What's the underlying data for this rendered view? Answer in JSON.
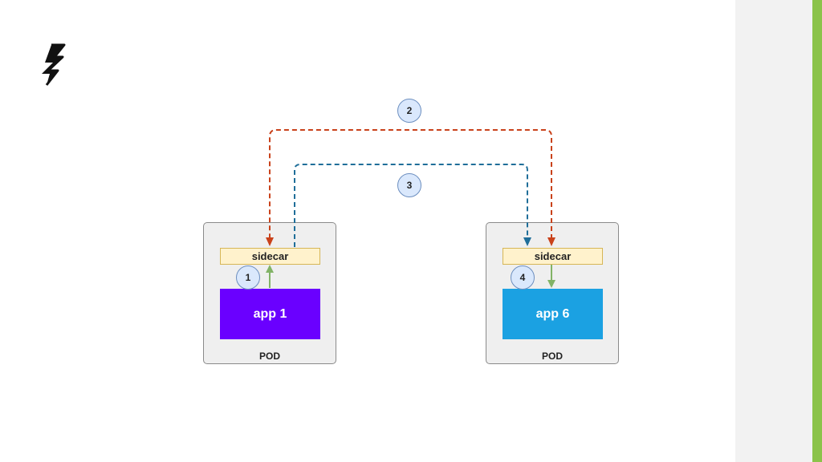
{
  "theme": {
    "accent_bar": "#8bc34a",
    "side_panel": "#f2f2f2",
    "arrow_orange": "#c9421b",
    "arrow_blue": "#1f6e99",
    "arrow_green": "#82b366",
    "app1_color": "#6a00ff",
    "app6_color": "#1ba1e2"
  },
  "logo": {
    "icon": "lightning-bolt-icon"
  },
  "diagram": {
    "pods": [
      {
        "label": "POD",
        "sidecar": "sidecar",
        "app": "app 1"
      },
      {
        "label": "POD",
        "sidecar": "sidecar",
        "app": "app 6"
      }
    ],
    "steps": [
      "1",
      "2",
      "3",
      "4"
    ]
  }
}
